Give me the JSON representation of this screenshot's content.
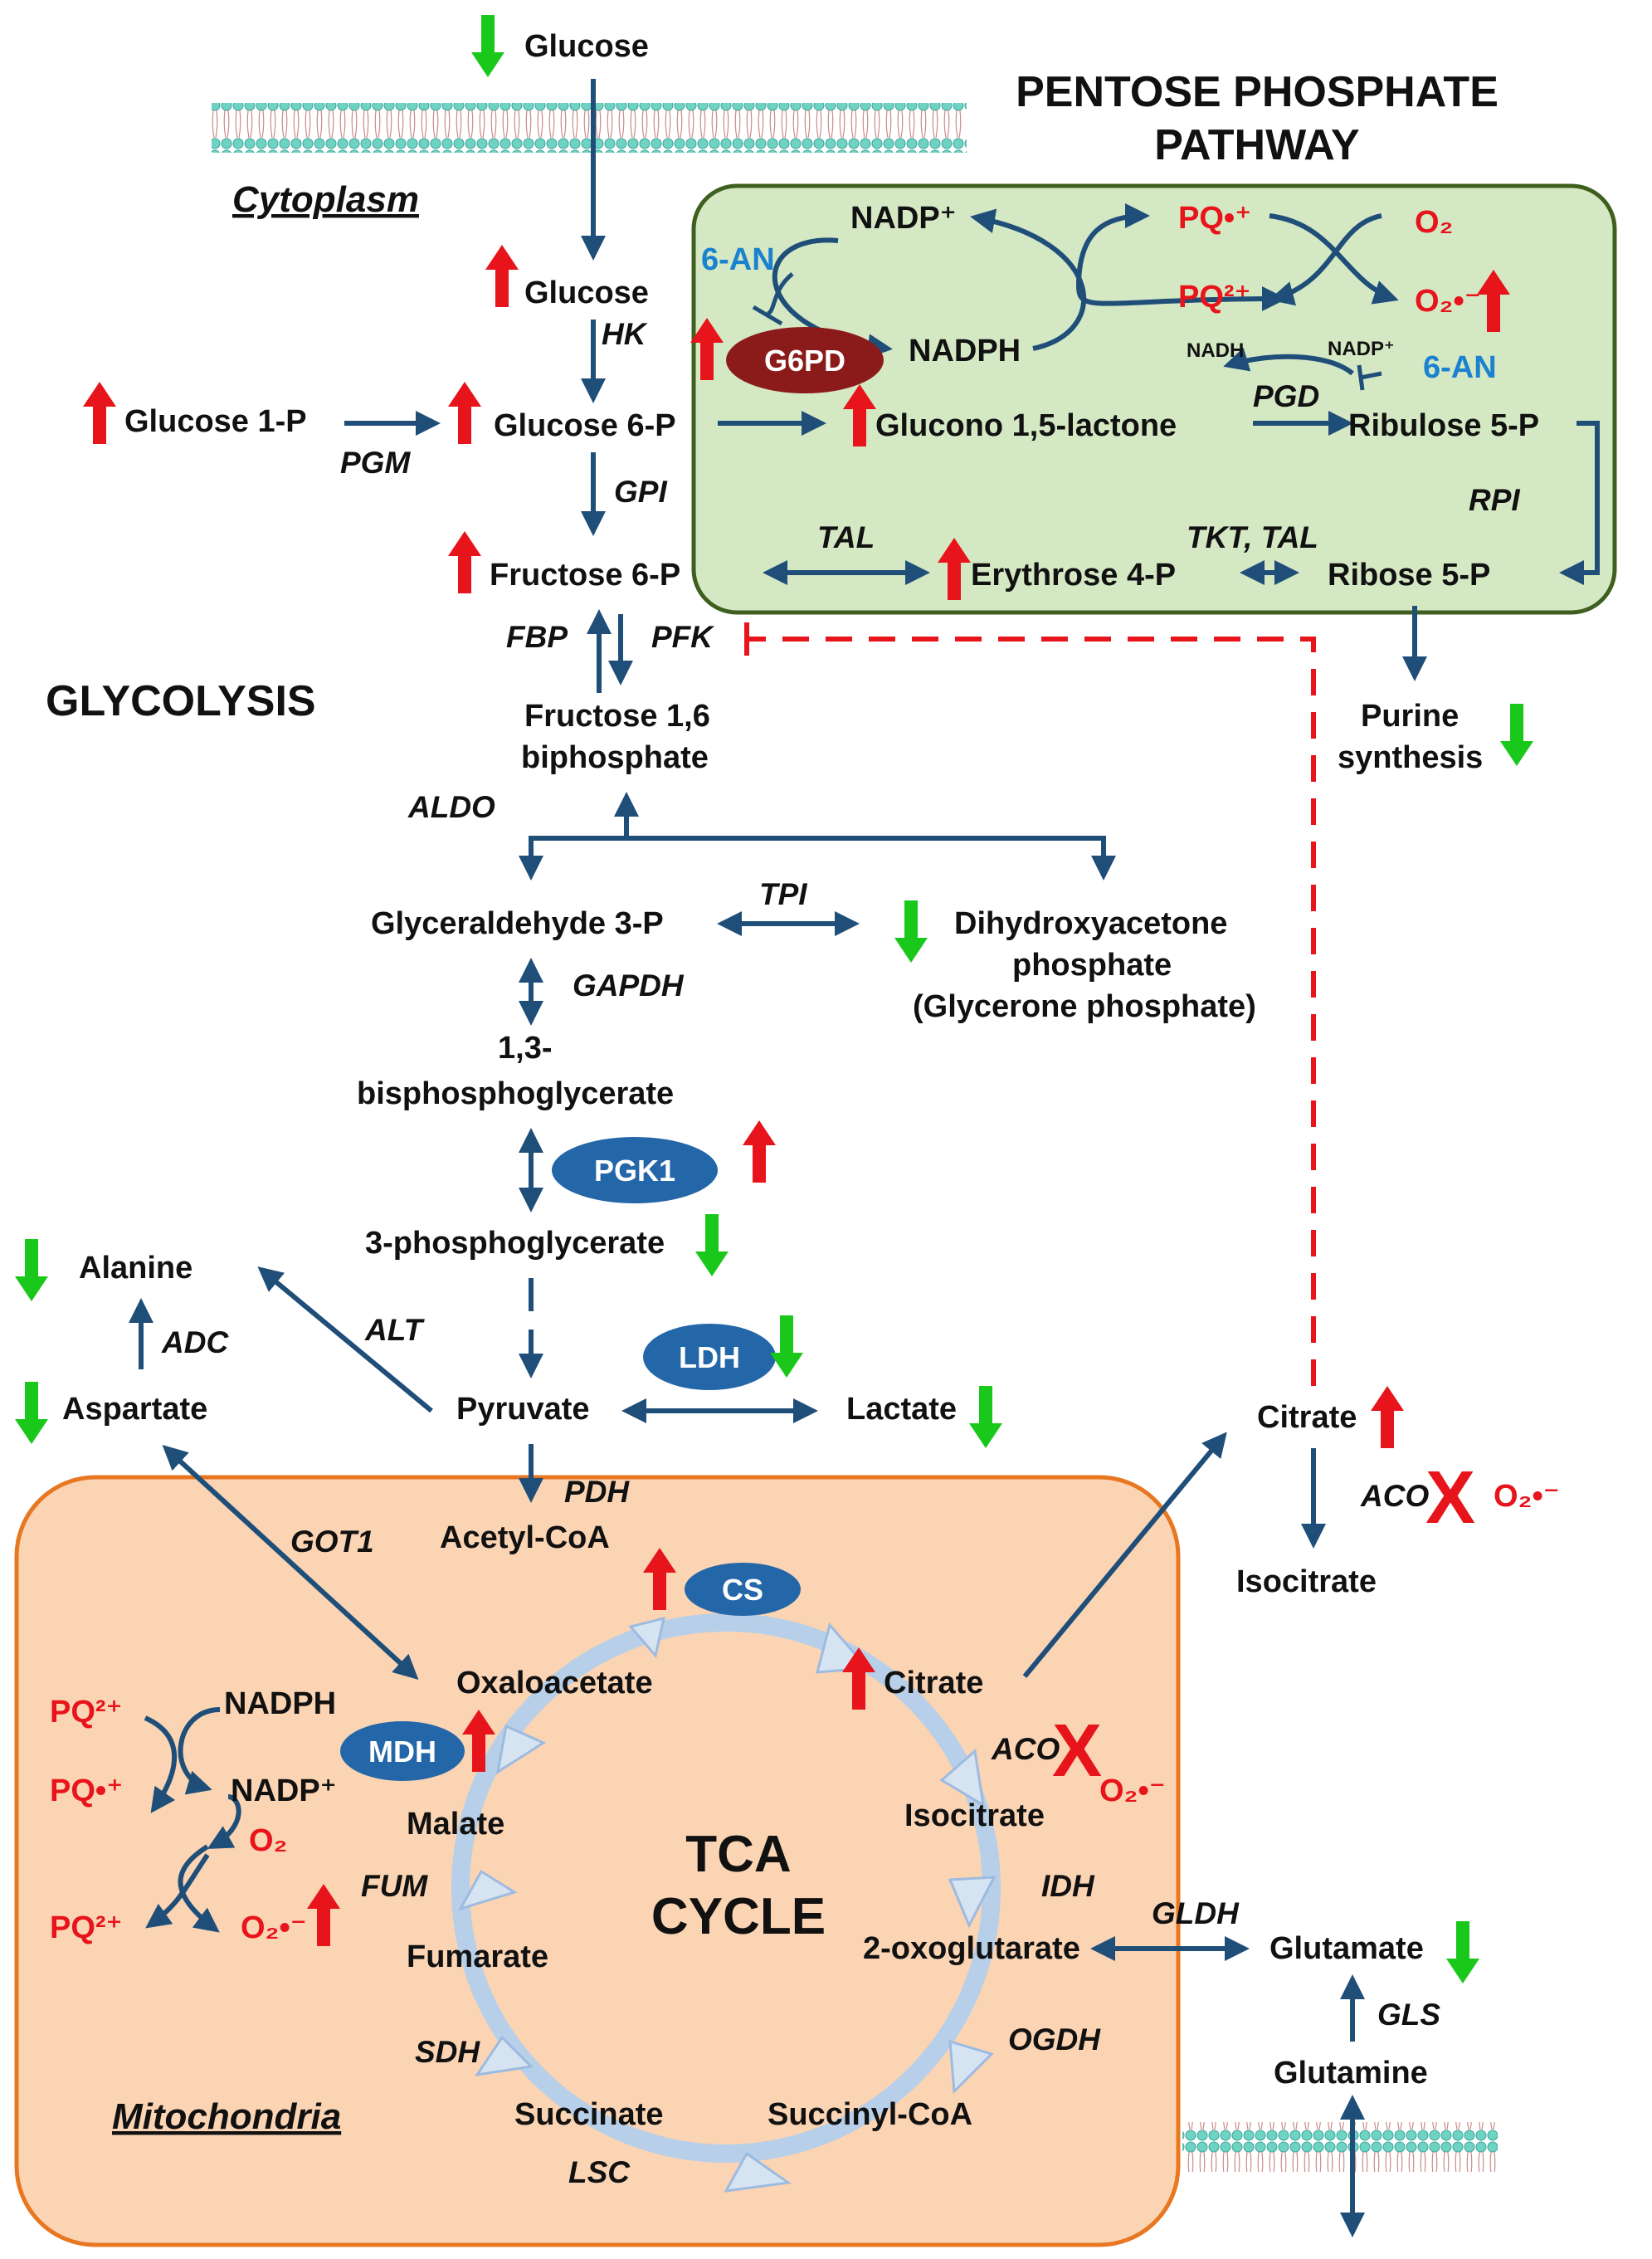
{
  "titles": {
    "ppp_line1": "PENTOSE PHOSPHATE",
    "ppp_line2": "PATHWAY",
    "glycolysis": "GLYCOLYSIS",
    "tca_line1": "TCA",
    "tca_line2": "CYCLE"
  },
  "regions": {
    "cytoplasm": "Cytoplasm",
    "mitochondria": "Mitochondria"
  },
  "metabolites": {
    "glucose_ext": "Glucose",
    "glucose": "Glucose",
    "glucose1p": "Glucose 1-P",
    "glucose6p": "Glucose 6-P",
    "fructose6p": "Fructose 6-P",
    "f16bp_line1": "Fructose 1,6",
    "f16bp_line2": "biphosphate",
    "g3p": "Glyceraldehyde 3-P",
    "dhap_line1": "Dihydroxyacetone",
    "dhap_line2": "phosphate",
    "dhap_line3": "(Glycerone phosphate)",
    "bpg_line1": "1,3-",
    "bpg_line2": "bisphosphoglycerate",
    "pg3": "3-phosphoglycerate",
    "alanine": "Alanine",
    "aspartate": "Aspartate",
    "pyruvate": "Pyruvate",
    "lactate": "Lactate",
    "citrate_cyto": "Citrate",
    "isocitrate_cyto": "Isocitrate",
    "acetylcoa": "Acetyl-CoA",
    "oxaloacetate": "Oxaloacetate",
    "citrate_mito": "Citrate",
    "isocitrate_mito": "Isocitrate",
    "malate": "Malate",
    "fumarate": "Fumarate",
    "succinate": "Succinate",
    "succinylcoa": "Succinyl-CoA",
    "oxoglutarate": "2-oxoglutarate",
    "glutamate": "Glutamate",
    "glutamine": "Glutamine",
    "nadph_mito": "NADPH",
    "nadp_mito": "NADP⁺",
    "purine_line1": "Purine",
    "purine_line2": "synthesis",
    "nadp_ppp": "NADP⁺",
    "nadph_ppp": "NADPH",
    "gluconolactone": "Glucono 1,5-lactone",
    "ribulose5p": "Ribulose 5-P",
    "ribose5p": "Ribose 5-P",
    "erythrose4p": "Erythrose 4-P",
    "nadh_small": "NADH",
    "nadp_small": "NADP⁺"
  },
  "redox": {
    "pq_rad_ppp": "PQ•⁺",
    "pq2_ppp": "PQ²⁺",
    "o2_ppp": "O₂",
    "o2m_ppp": "O₂•⁻",
    "o2m_cyto": "O₂•⁻",
    "o2m_mito_aco": "O₂•⁻",
    "pq2_m1": "PQ²⁺",
    "pqrad_m": "PQ•⁺",
    "o2_m": "O₂",
    "pq2_m2": "PQ²⁺",
    "o2m_m": "O₂•⁻"
  },
  "inhibitors": {
    "an_1": "6-AN",
    "an_2": "6-AN"
  },
  "enzymes": {
    "hk": "HK",
    "pgm": "PGM",
    "gpi": "GPI",
    "fbp": "FBP",
    "pfk": "PFK",
    "aldo": "ALDO",
    "tpi": "TPI",
    "gapdh": "GAPDH",
    "alt": "ALT",
    "adc": "ADC",
    "got1": "GOT1",
    "pdh": "PDH",
    "pgd": "PGD",
    "rpi": "RPI",
    "tal": "TAL",
    "tkt_tal": "TKT, TAL",
    "aco_cyto": "ACO",
    "aco_mito": "ACO",
    "idh": "IDH",
    "ogdh": "OGDH",
    "lsc": "LSC",
    "sdh": "SDH",
    "fum": "FUM",
    "gldh": "GLDH",
    "gls": "GLS"
  },
  "ellipse_labels": {
    "g6pd": "G6PD",
    "pgk1": "PGK1",
    "ldh": "LDH",
    "cs": "CS",
    "mdh": "MDH"
  },
  "marks": {
    "x_cyto": "X",
    "x_mito": "X"
  },
  "colors": {
    "arrow_blue": "#1f4e79",
    "up_red": "#e8141b",
    "down_green": "#19c81a",
    "ppp_fill": "#d5e8c4",
    "ppp_border": "#3f5f1f",
    "mito_fill": "#fbd4b4",
    "mito_border": "#e87722",
    "tca_ring": "#b7cfe8",
    "g6pd_fill": "#8b1a1a",
    "enzyme_ellipse": "#2467a8",
    "inhibitor_blue": "#1b82cf"
  }
}
